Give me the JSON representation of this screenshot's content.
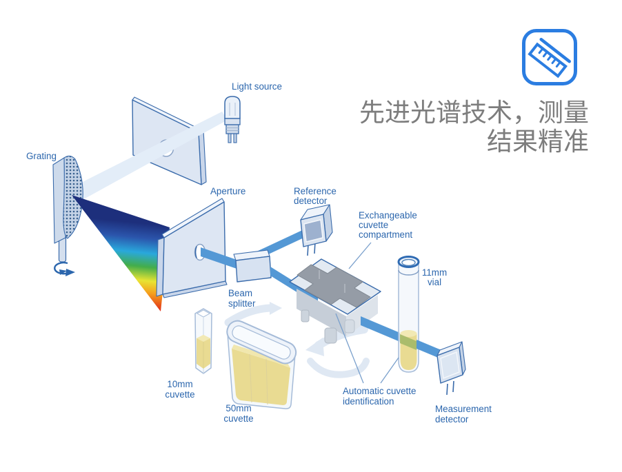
{
  "caption": {
    "line1": "先进光谱技术，测量",
    "line2": "结果精准"
  },
  "icon": {
    "name": "ruler"
  },
  "labels": {
    "light_source": "Light source",
    "grating": "Grating",
    "aperture": "Aperture",
    "reference_detector": [
      "Reference",
      "detector"
    ],
    "beam_splitter": [
      "Beam",
      "splitter"
    ],
    "exchangeable_compartment": [
      "Exchangeable",
      "cuvette",
      "compartment"
    ],
    "vial": [
      "11mm",
      "vial"
    ],
    "cuvette_10mm": [
      "10mm",
      "cuvette"
    ],
    "cuvette_50mm": [
      "50mm",
      "cuvette"
    ],
    "auto_identification": [
      "Automatic cuvette",
      "identification"
    ],
    "measurement_detector": [
      "Measurement",
      "detector"
    ]
  },
  "colors": {
    "label": "#2b66ad",
    "caption": "#7d7d7d",
    "icon": "#2b7de1",
    "beam": "#5498d5",
    "pale_beam": "#e3edf8",
    "liquid": "#e9db92",
    "leader": "#7aa0cc",
    "rainbow": [
      "#1d2f7c",
      "#2b55ac",
      "#29a8dc",
      "#43ad4a",
      "#e8e433",
      "#f59f1d",
      "#e02718"
    ]
  }
}
